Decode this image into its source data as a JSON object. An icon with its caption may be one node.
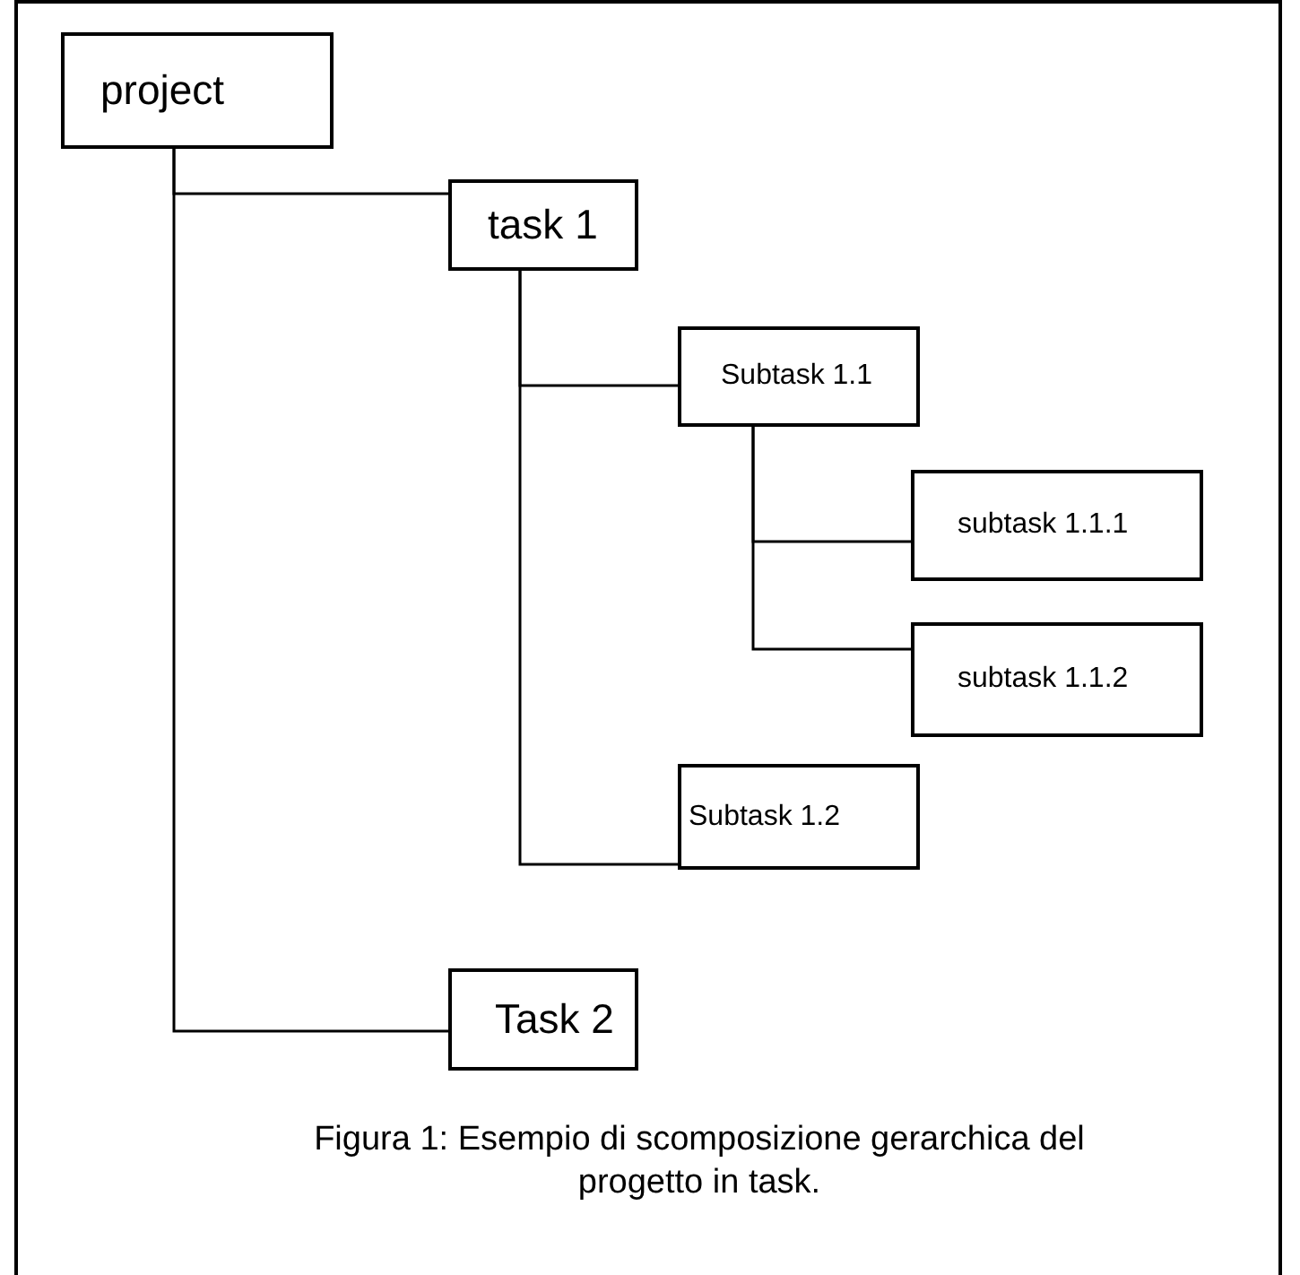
{
  "diagram": {
    "caption": "Figura 1: Esempio di scomposizione gerarchica del progetto in task.",
    "nodes": [
      {
        "text": [
          "project"
        ]
      },
      {
        "text": [
          "task 1"
        ]
      },
      {
        "text": [
          "Subtask 1.1"
        ]
      },
      {
        "text": [
          "subtask 1.1.1"
        ]
      },
      {
        "text": [
          "subtask 1.1.2"
        ]
      },
      {
        "text": [
          "Subtask 1.2"
        ]
      },
      {
        "text": [
          "Task 2"
        ]
      }
    ],
    "edges": [
      {
        "from": 0,
        "to": 1,
        "arrow": "none"
      },
      {
        "from": 1,
        "to": 2,
        "arrow": "none"
      },
      {
        "from": 2,
        "to": 3,
        "arrow": "none"
      },
      {
        "from": 2,
        "to": 4,
        "arrow": "none"
      },
      {
        "from": 1,
        "to": 5,
        "arrow": "none"
      },
      {
        "from": 0,
        "to": 6,
        "arrow": "none"
      }
    ]
  }
}
